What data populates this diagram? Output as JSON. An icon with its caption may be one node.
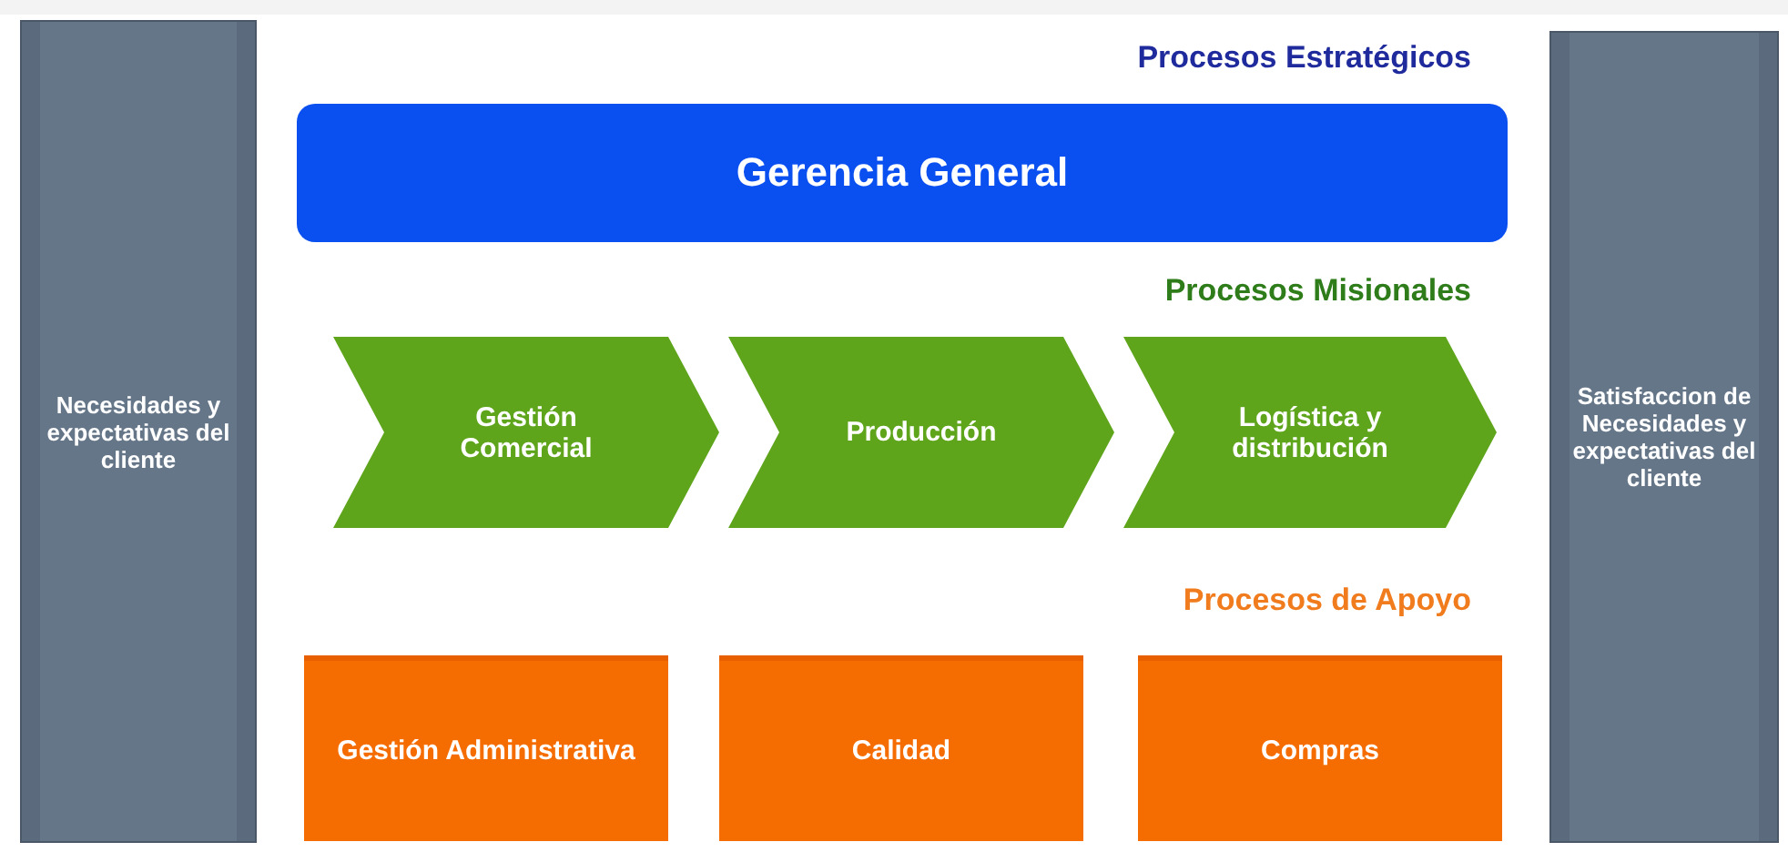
{
  "diagram": {
    "nodes": [
      {
        "text": [
          "Necesidades y expectativas del cliente"
        ]
      },
      {
        "text": [
          "Gerencia General"
        ]
      },
      {
        "text": [
          "Gestión Comercial"
        ]
      },
      {
        "text": [
          "Producción"
        ]
      },
      {
        "text": [
          "Logística y distribución"
        ]
      },
      {
        "text": [
          "Gestión Administrativa"
        ]
      },
      {
        "text": [
          "Calidad"
        ]
      },
      {
        "text": [
          "Compras"
        ]
      },
      {
        "text": [
          "Satisfaccion de Necesidades y expectativas del cliente"
        ]
      }
    ],
    "labels": [
      "Procesos Estratégicos",
      "Procesos Misionales",
      "Procesos de Apoyo"
    ]
  }
}
